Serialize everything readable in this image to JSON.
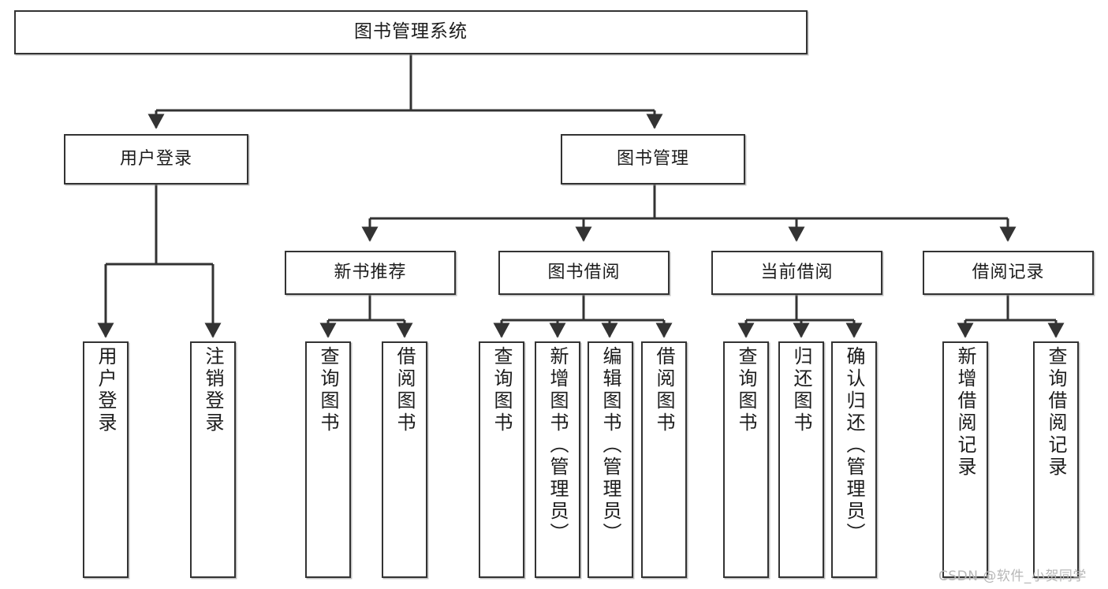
{
  "diagram": {
    "title": "图书管理系统",
    "type": "tree-hierarchy",
    "colors": {
      "box_border": "#333333",
      "box_fill": "#ffffff",
      "edge": "#333333",
      "watermark": "#b7b7b7"
    },
    "levels": {
      "root": {
        "label": "图书管理系统"
      },
      "level2": [
        {
          "label": "用户登录"
        },
        {
          "label": "图书管理"
        }
      ],
      "level3": [
        {
          "label": "新书推荐"
        },
        {
          "label": "图书借阅"
        },
        {
          "label": "当前借阅"
        },
        {
          "label": "借阅记录"
        }
      ],
      "leaves": {
        "user_login": [
          {
            "label": "用户登录"
          },
          {
            "label": "注销登录"
          }
        ],
        "new_book_recommend": [
          {
            "label": "查询图书"
          },
          {
            "label": "借阅图书"
          }
        ],
        "book_borrow": [
          {
            "label": "查询图书"
          },
          {
            "label": "新增图书（管理员）"
          },
          {
            "label": "编辑图书（管理员）"
          },
          {
            "label": "借阅图书"
          }
        ],
        "current_borrow": [
          {
            "label": "查询图书"
          },
          {
            "label": "归还图书"
          },
          {
            "label": "确认归还（管理员）"
          }
        ],
        "borrow_record": [
          {
            "label": "新增借阅记录"
          },
          {
            "label": "查询借阅记录"
          }
        ]
      }
    },
    "watermark": "CSDN @软件_小贺同学"
  }
}
